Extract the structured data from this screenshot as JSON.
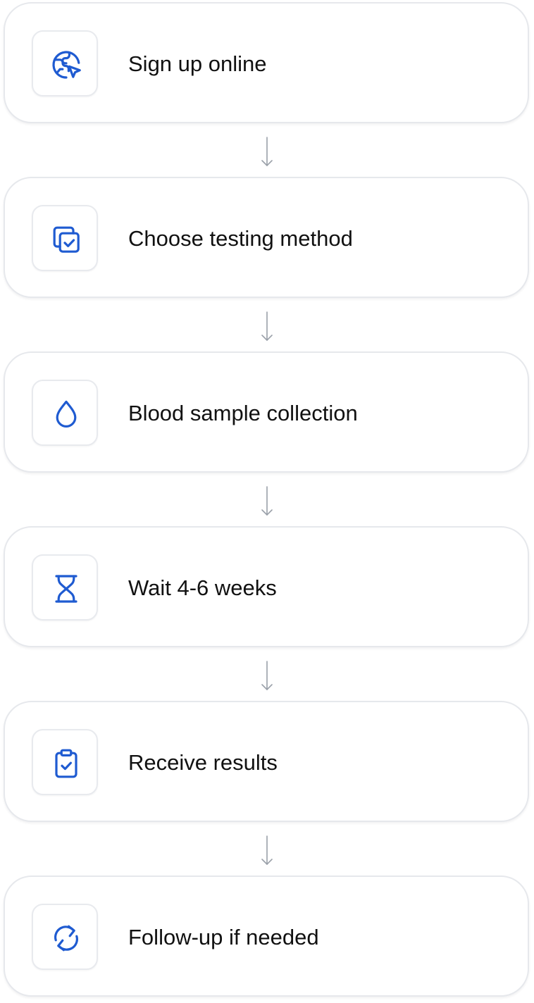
{
  "accent_color": "#1f5bd1",
  "steps": [
    {
      "label": "Sign up online",
      "icon": "globe-cursor-icon"
    },
    {
      "label": "Choose testing method",
      "icon": "stacked-checkbox-icon"
    },
    {
      "label": "Blood sample collection",
      "icon": "drop-icon"
    },
    {
      "label": "Wait 4-6 weeks",
      "icon": "hourglass-icon"
    },
    {
      "label": "Receive results",
      "icon": "clipboard-check-icon"
    },
    {
      "label": "Follow-up if needed",
      "icon": "refresh-icon"
    }
  ]
}
